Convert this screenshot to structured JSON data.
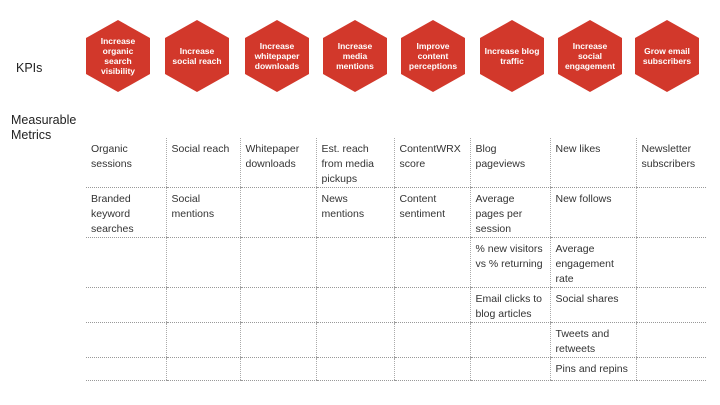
{
  "labels": {
    "kpis": "KPIs",
    "metrics": "Measurable Metrics"
  },
  "colors": {
    "hex": "#d2382b"
  },
  "kpis": [
    "Increase organic search visibility",
    "Increase social reach",
    "Increase whitepaper downloads",
    "Increase media mentions",
    "Improve content perceptions",
    "Increase blog traffic",
    "Increase social engagement",
    "Grow email subscribers"
  ],
  "rows": [
    [
      "Organic sessions",
      "Social reach",
      "Whitepaper downloads",
      "Est. reach from media pickups",
      "ContentWRX score",
      "Blog pageviews",
      "New likes",
      "Newsletter subscribers"
    ],
    [
      "Branded keyword searches",
      "Social mentions",
      "",
      "News mentions",
      "Content sentiment",
      "Average pages per session",
      "New follows",
      ""
    ],
    [
      "",
      "",
      "",
      "",
      "",
      "% new visitors vs % returning",
      "Average engagement rate",
      ""
    ],
    [
      "",
      "",
      "",
      "",
      "",
      "Email clicks to blog articles",
      "Social shares",
      ""
    ],
    [
      "",
      "",
      "",
      "",
      "",
      "",
      "Tweets and retweets",
      ""
    ],
    [
      "",
      "",
      "",
      "",
      "",
      "",
      "Pins and repins",
      ""
    ]
  ]
}
